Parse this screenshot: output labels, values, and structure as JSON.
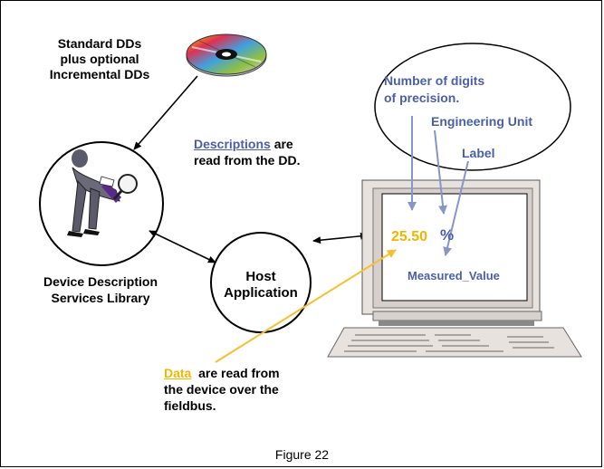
{
  "dd_sources": {
    "line1": "Standard DDs",
    "line2": "plus optional",
    "line3": "Incremental DDs"
  },
  "descriptions_note": {
    "keyword": "Descriptions",
    "rest1": " are",
    "line2": "read from the DD."
  },
  "library": {
    "line1": "Device Description",
    "line2": "Services Library"
  },
  "host": {
    "line1": "Host",
    "line2": "Application"
  },
  "callout": {
    "precision_line1": "Number of digits",
    "precision_line2": "of precision.",
    "unit": "Engineering Unit",
    "label": "Label"
  },
  "display": {
    "value": "25.50",
    "unit": "%",
    "label": "Measured_Value"
  },
  "data_note": {
    "keyword": "Data",
    "rest1": "  are read from",
    "line2": "the device over the",
    "line3": "fieldbus."
  },
  "caption": "Figure 22",
  "colors": {
    "blue_text": "#4a5fa8",
    "orange_text": "#f5b400",
    "arrow_blue": "#8796c8",
    "arrow_orange": "#f5c030",
    "monitor_body": "#e8e2de",
    "screen_bezel": "#d6cfcb"
  }
}
